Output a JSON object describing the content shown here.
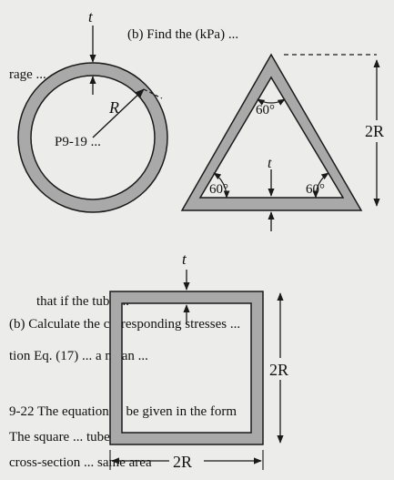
{
  "labels": {
    "thickness": "t",
    "radius": "R",
    "angle": "60°",
    "height": "2R",
    "width": "2R"
  },
  "colors": {
    "background": "#ececea",
    "wall_fill": "#a9a9a9",
    "outline": "#1a1a1a",
    "bleed_text": "#c8c8c6"
  },
  "background_text": {
    "line1": "(b)  Find the (kPa) ...",
    "line2": "rage  ...",
    "line3": "P9-19 ...",
    "line4": "that if the tube ...",
    "line5": "(b)  Calculate the corresponding stresses ...",
    "line6": "tion Eq. (17) ... a mean ...",
    "line7": "9-22  The equation  ...  be given in the form",
    "line8": "The square ... tubes have",
    "line9": "cross-section ... same area"
  }
}
